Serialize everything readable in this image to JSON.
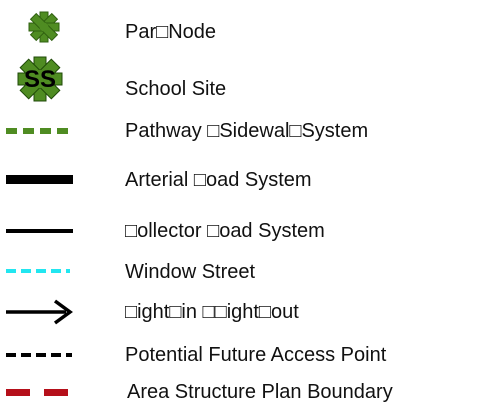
{
  "legend": {
    "items": [
      {
        "key": "park-node",
        "label": "Par□Node",
        "icon": "green-asterisk-icon"
      },
      {
        "key": "school-site",
        "label": "School Site",
        "icon": "school-site-ss-icon"
      },
      {
        "key": "pathway",
        "label": "Pathway □Sidewal□System",
        "icon": "green-dashed-line-icon"
      },
      {
        "key": "arterial",
        "label": "Arterial □oad System",
        "icon": "thick-black-line-icon"
      },
      {
        "key": "collector",
        "label": "□ollector □oad System",
        "icon": "thin-black-line-icon"
      },
      {
        "key": "window-street",
        "label": "Window Street",
        "icon": "cyan-dashed-line-icon"
      },
      {
        "key": "right-in-right-out",
        "label": "□ight□in □□ight□out",
        "icon": "right-arrow-icon"
      },
      {
        "key": "future-access",
        "label": "Potential Future Access Point",
        "icon": "black-dashed-line-icon"
      },
      {
        "key": "asp-boundary",
        "label": "Area Structure Plan Boundary",
        "icon": "red-dashed-line-icon"
      }
    ],
    "school_badge_text": "SS",
    "colors": {
      "green": "#4f8c22",
      "green_dark": "#2f6010",
      "black": "#000000",
      "cyan": "#22e6f0",
      "red": "#b50f1a"
    }
  }
}
